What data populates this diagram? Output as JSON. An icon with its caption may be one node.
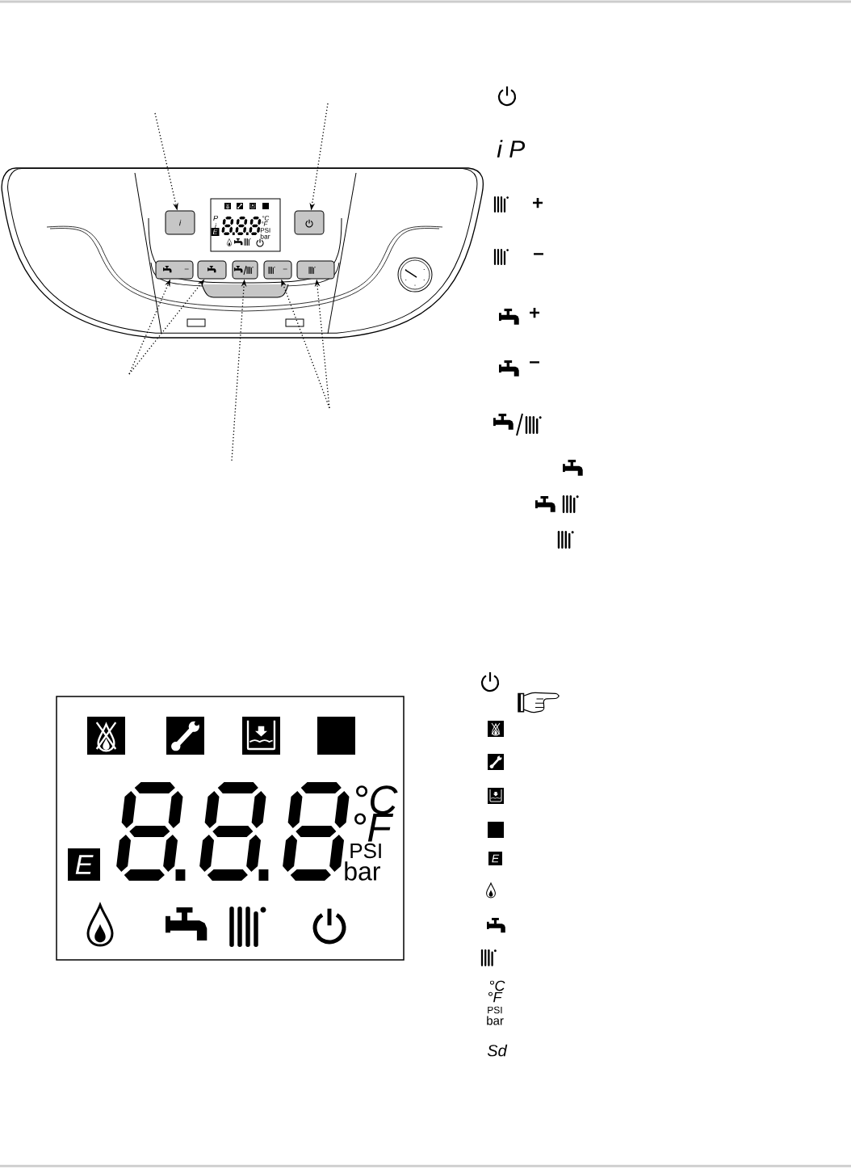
{
  "diagram": {
    "nodes": [
      {
        "text": [
          "i"
        ]
      },
      {
        "text": [],
        "shape": "box"
      },
      {
        "text": [
          "–"
        ]
      },
      {
        "text": [],
        "shape": "box"
      },
      {
        "text": [],
        "shape": "box"
      },
      {
        "text": [
          "–"
        ]
      },
      {
        "text": [],
        "shape": "box"
      }
    ],
    "edges": [
      {
        "from": null,
        "to": 0,
        "arrow": "to"
      },
      {
        "from": null,
        "to": 1,
        "arrow": "to"
      },
      {
        "from": null,
        "to": 2,
        "arrow": "to"
      },
      {
        "from": null,
        "to": 3,
        "arrow": "to"
      },
      {
        "from": null,
        "to": 4,
        "arrow": "to"
      },
      {
        "from": null,
        "to": 5,
        "arrow": "to"
      },
      {
        "from": null,
        "to": 6,
        "arrow": "to"
      }
    ],
    "labels": [
      "P",
      "i",
      "E",
      "°C",
      "°F",
      "PSI",
      "bar",
      "i P",
      "+",
      "–",
      "+",
      "–",
      "E",
      "°C",
      "°F",
      "PSI",
      "bar",
      "E",
      "°C",
      "°F",
      "PSI",
      "bar",
      "Sd"
    ]
  }
}
